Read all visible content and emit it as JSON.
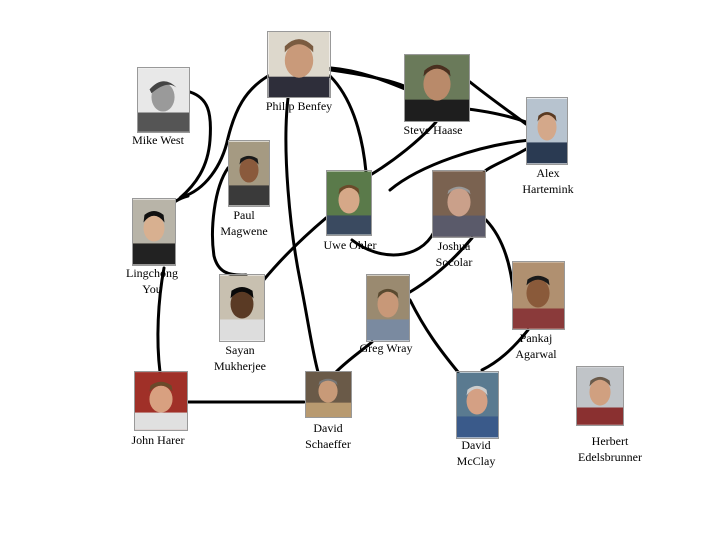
{
  "people": [
    {
      "id": "philip",
      "name": "Philip Benfey"
    },
    {
      "id": "mike",
      "name": "Mike West"
    },
    {
      "id": "steve",
      "name": "Steve Haase"
    },
    {
      "id": "alex",
      "name": "Alex\nHartemink"
    },
    {
      "id": "paul",
      "name": "Paul\nMagwene"
    },
    {
      "id": "uwe",
      "name": "Uwe Ohler"
    },
    {
      "id": "joshua",
      "name": "Joshua\nSocolar"
    },
    {
      "id": "lingchong",
      "name": "Lingchong\nYou"
    },
    {
      "id": "sayan",
      "name": "Sayan\nMukherjee"
    },
    {
      "id": "greg",
      "name": "Greg Wray"
    },
    {
      "id": "pankaj",
      "name": "Pankaj\nAgarwal"
    },
    {
      "id": "john",
      "name": "John Harer"
    },
    {
      "id": "david_s",
      "name": "David\nSchaeffer"
    },
    {
      "id": "david_m",
      "name": "David\nMcClay"
    },
    {
      "id": "herbert",
      "name": "Herbert\nEdelsbrunner"
    }
  ]
}
